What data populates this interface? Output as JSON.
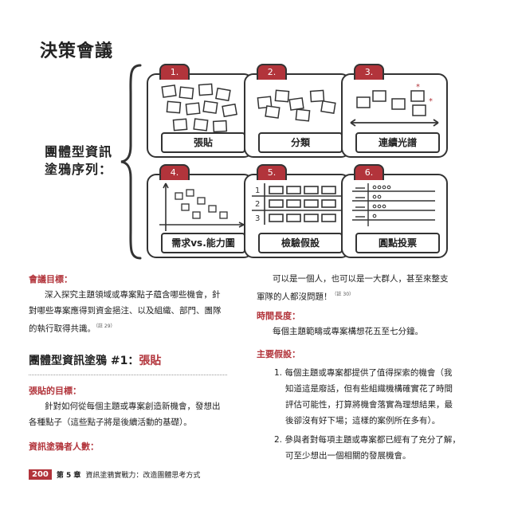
{
  "page_title": "決策會議",
  "sequence_label_line1": "團體型資訊",
  "sequence_label_line2": "塗鴉序列：",
  "cards": [
    {
      "num": "1.",
      "label": "張貼"
    },
    {
      "num": "2.",
      "label": "分類"
    },
    {
      "num": "3.",
      "label": "連續光譜"
    },
    {
      "num": "4.",
      "label": "需求vs.能力圖"
    },
    {
      "num": "5.",
      "label": "檢驗假設"
    },
    {
      "num": "6.",
      "label": "圓點投票"
    }
  ],
  "card5_rows": [
    "1",
    "2",
    "3"
  ],
  "left": {
    "meeting_goal_head": "會議目標：",
    "meeting_goal_text_1": "深入探究主題領域或專案點子蘊含哪些機會，針",
    "meeting_goal_text_2": "對哪些專案應得到資金挹注、以及組織、部門、團隊",
    "meeting_goal_text_3": "的執行取得共識。",
    "meeting_goal_cite": "（註 29）",
    "h2_prefix": "團體型資訊塗鴉 #1：",
    "h2_name": "張貼",
    "post_goal_head": "張貼的目標：",
    "post_goal_text_1": "針對如何從每個主題或專案創造新機會，發想出",
    "post_goal_text_2": "各種點子（這些點子將是後續活動的基礎）。",
    "participants_head": "資訊塗鴉者人數："
  },
  "right": {
    "participants_text_1": "可以是一個人，也可以是一大群人，甚至來整支",
    "participants_text_2": "軍隊的人都沒問題！",
    "participants_cite": "（註 30）",
    "duration_head": "時間長度：",
    "duration_text": "每個主題範疇或專案構想花五至七分鐘。",
    "assumptions_head": "主要假設：",
    "assumption_1_line1": "1. 每個主題或專案都提供了值得探索的機會（我",
    "assumption_1_line2": "知道這是廢話，但有些組織機構確實花了時間",
    "assumption_1_line3": "評估可能性，打算將機會落實為理想結果，最",
    "assumption_1_line4": "後卻沒有好下場；這樣的案例所在多有）。",
    "assumption_2_line1": "2. 參與者對每項主題或專案都已經有了充分了解，",
    "assumption_2_line2": "可至少想出一個相關的發展機會。"
  },
  "footer": {
    "page_number": "200",
    "chapter": "第 5 章",
    "chapter_title": "資訊塗鴉實戰力：改造團體思考方式"
  },
  "colors": {
    "accent": "#b2343b",
    "ink": "#333333"
  }
}
